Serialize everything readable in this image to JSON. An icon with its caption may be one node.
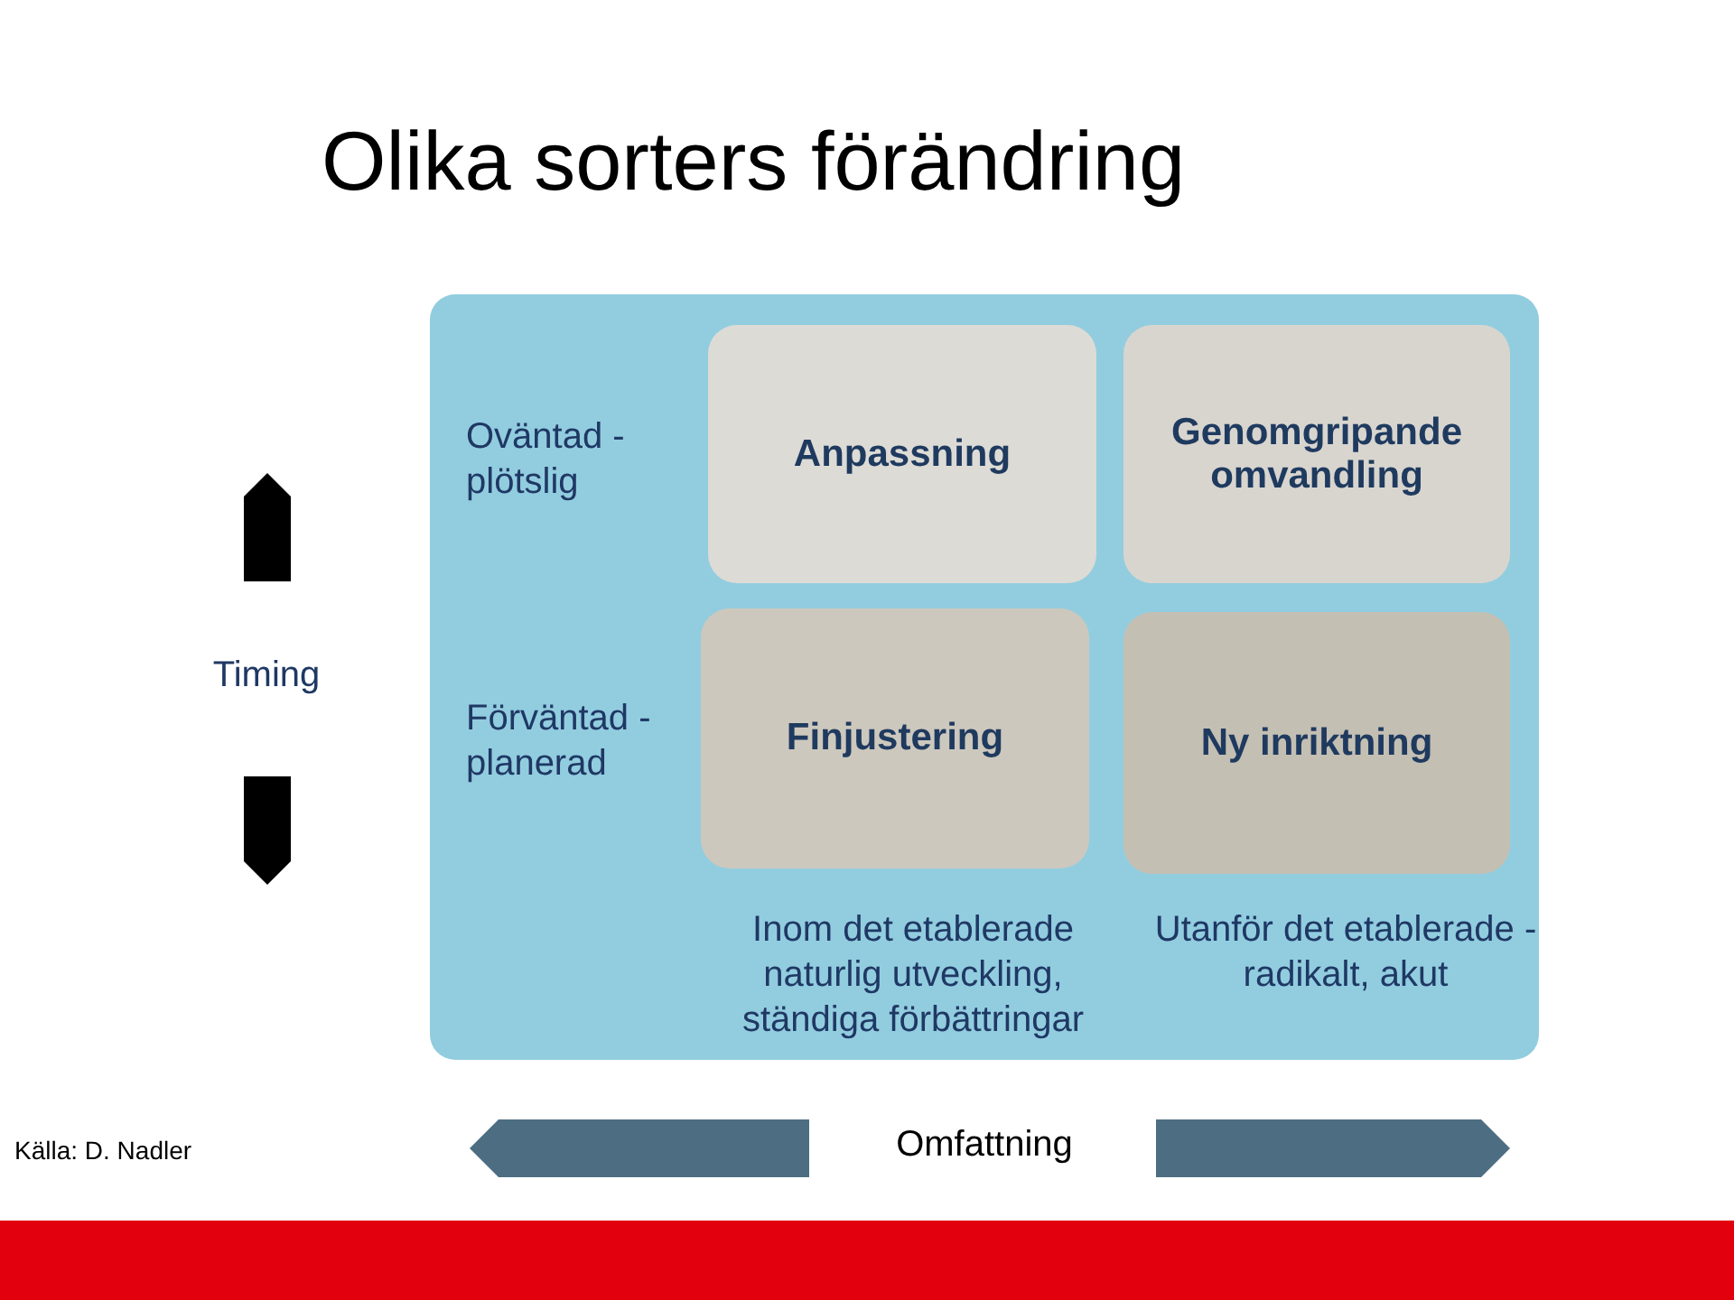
{
  "diagram": {
    "title": "Olika sorters förändring",
    "nodes": [
      {
        "text": [],
        "shape": "box"
      },
      {
        "text": [
          "Anpassning"
        ],
        "in": 0
      },
      {
        "text": [
          "Genomgripande omvandling"
        ],
        "in": 0
      },
      {
        "text": [
          "Finjustering"
        ],
        "in": 0
      },
      {
        "text": [
          "Ny inriktning"
        ],
        "in": 0
      }
    ],
    "edges": [],
    "labels": [
      "Oväntad - plötslig",
      "Timing",
      "Förväntad - planerad",
      "Inom det etablerade naturlig utveckling, ständiga förbättringar",
      "Utanför det etablerade - radikalt, akut",
      "Omfattning",
      "Källa: D. Nadler"
    ]
  }
}
